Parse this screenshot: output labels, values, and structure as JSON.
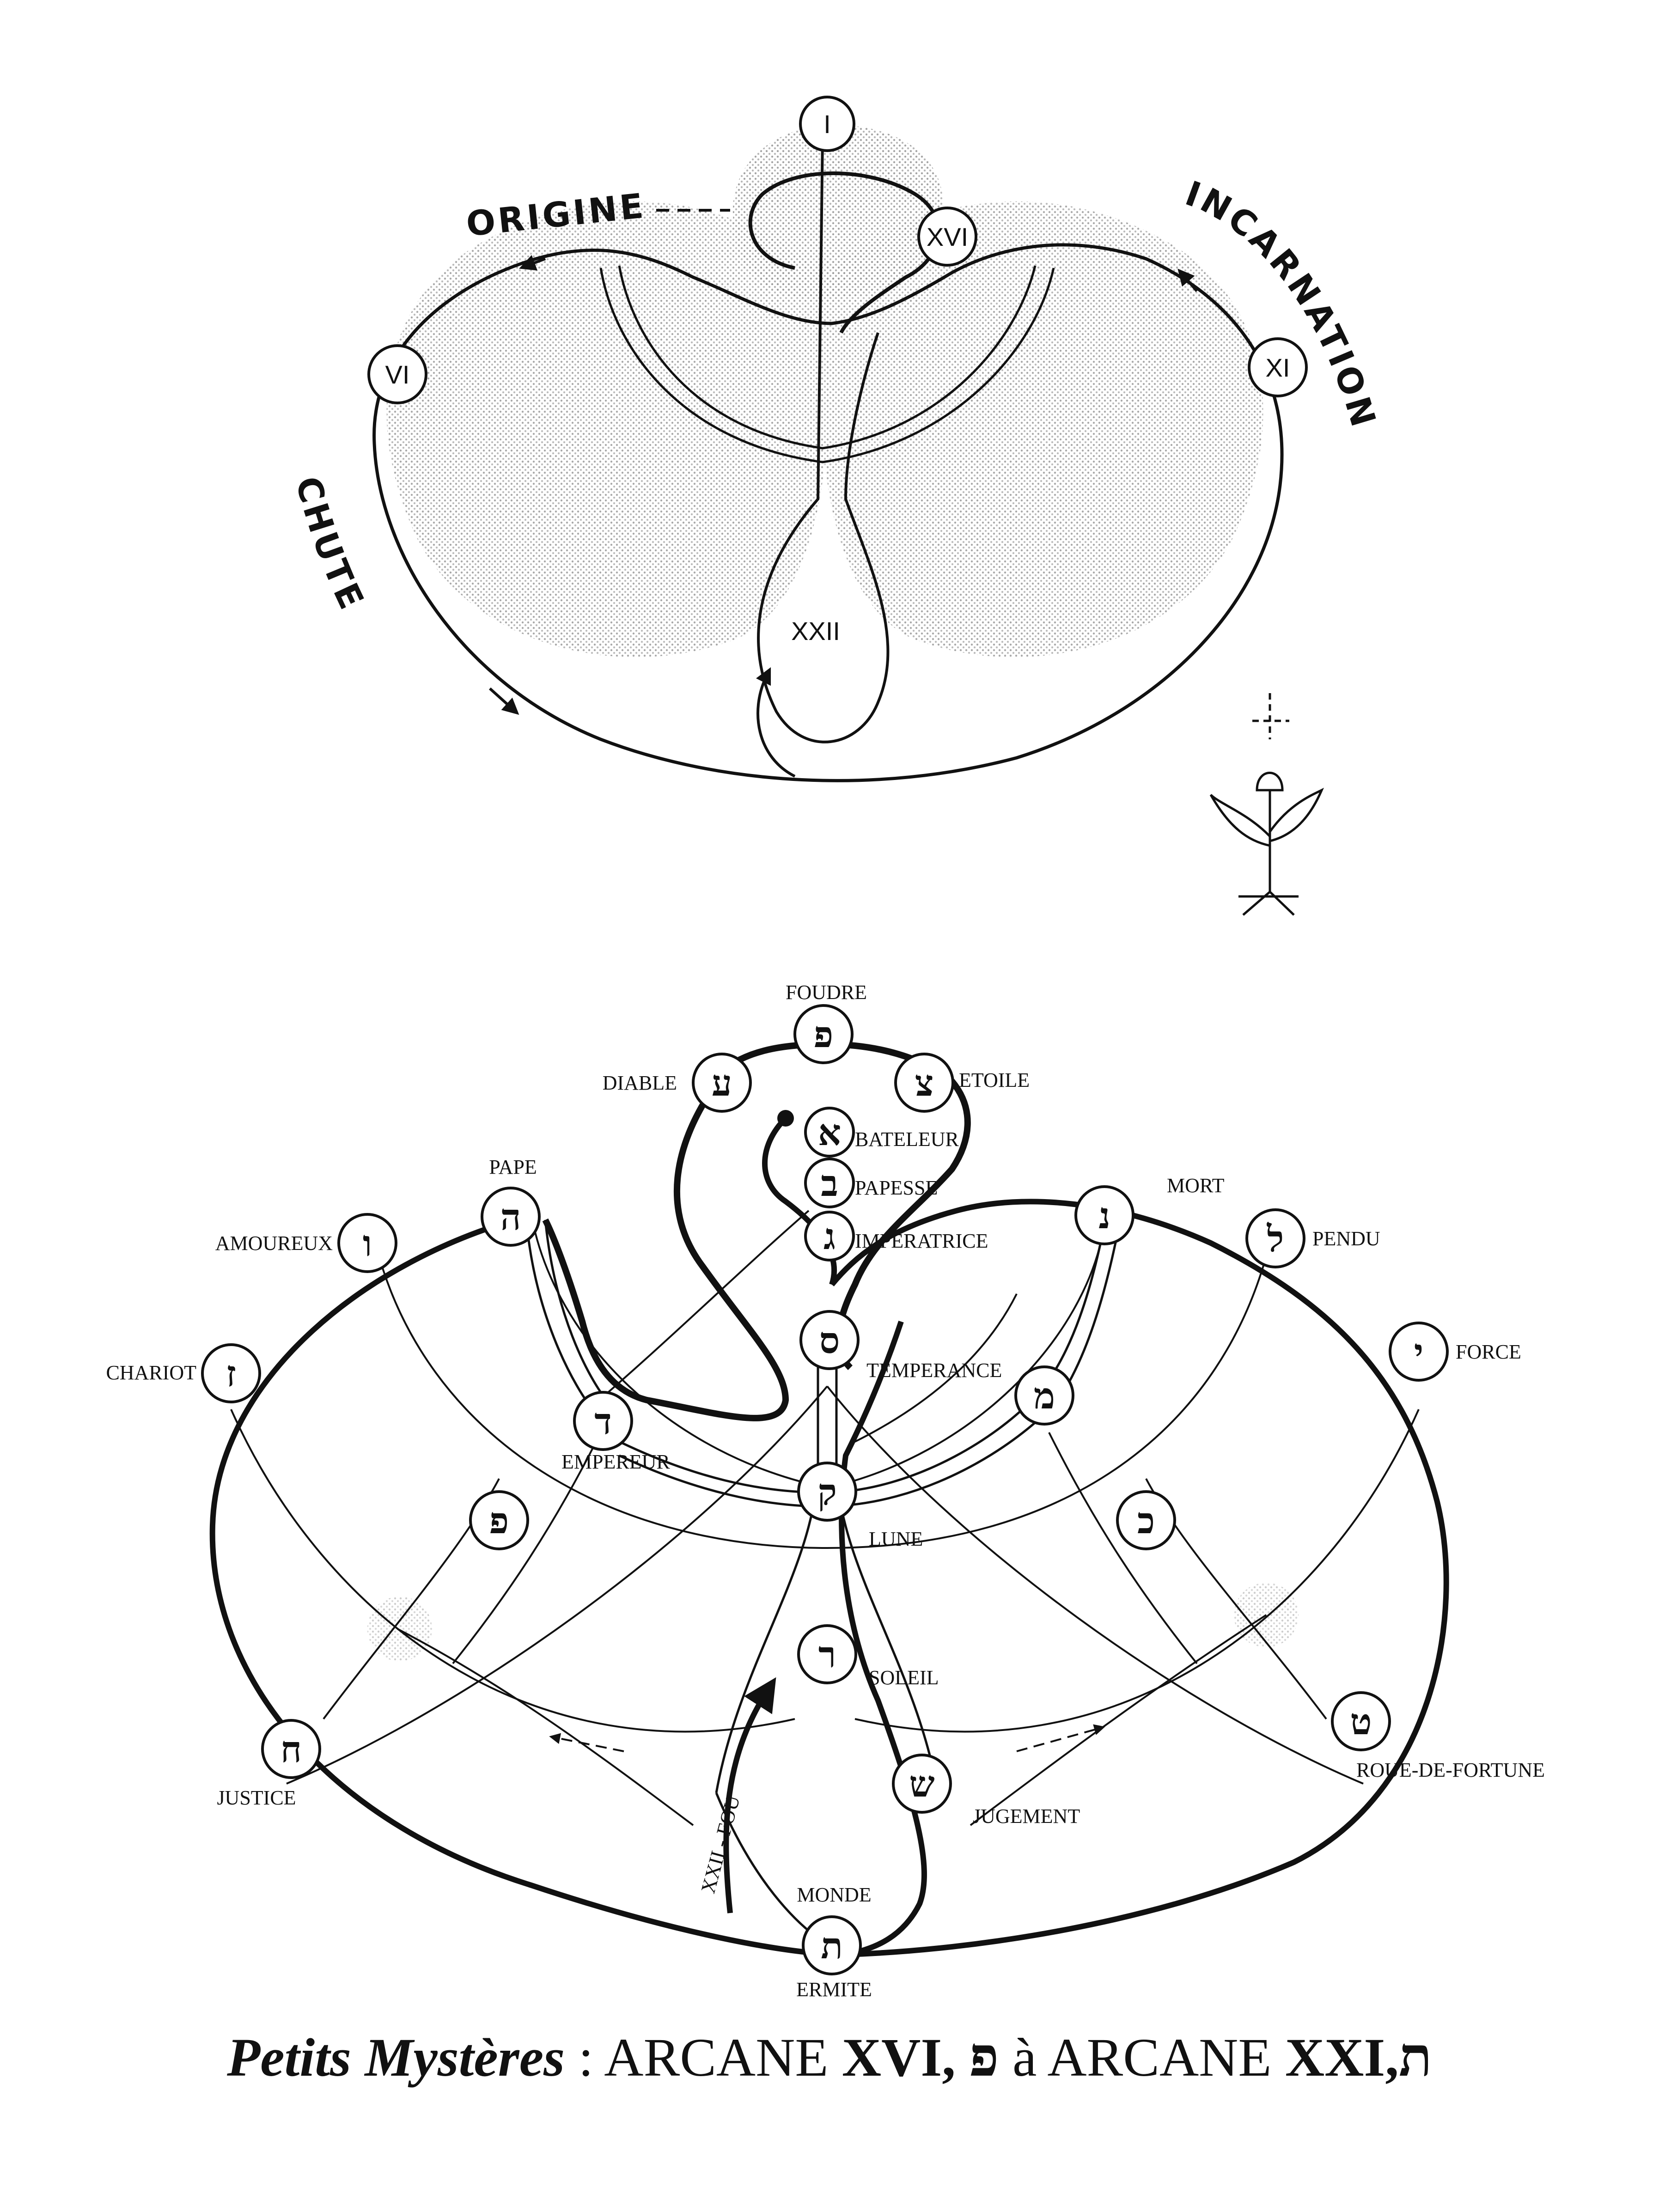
{
  "upper": {
    "nodes": {
      "top": "I",
      "left": "VI",
      "right": "XI",
      "inner": "XVI",
      "bottom": "XXII"
    },
    "words": {
      "origine": "ORIGINE",
      "incarnation": "INCARNATION",
      "chute": "CHUTE"
    }
  },
  "lower": {
    "labels": {
      "foudre": "FOUDRE",
      "diable": "DIABLE",
      "etoile": "ETOILE",
      "bateleur": "BATELEUR",
      "papesse": "PAPESSE",
      "imperatrice": "IMPERATRICE",
      "pape": "PAPE",
      "amoureux": "AMOUREUX",
      "chariot": "CHARIOT",
      "empereur": "EMPEREUR",
      "temperance": "TEMPERANCE",
      "mort": "MORT",
      "pendu": "PENDU",
      "force": "FORCE",
      "lune": "LUNE",
      "soleil": "SOLEIL",
      "justice": "JUSTICE",
      "roue": "ROUE-DE-FORTUNE",
      "jugement": "JUGEMENT",
      "monde": "MONDE",
      "ermite": "ERMITE",
      "fou": "XXII - FOU"
    },
    "letters": {
      "pe_top": "פ",
      "ayin": "ע",
      "tsadi": "צ",
      "aleph": "א",
      "beth": "ב",
      "gimel": "ג",
      "he": "ה",
      "vav": "ו",
      "zayin": "ז",
      "daleth": "ד",
      "samekh": "ס",
      "nun": "נ",
      "lamed": "ל",
      "yod": "י",
      "mem": "מ",
      "pe_left": "פ",
      "qoph": "ק",
      "kaph": "כ",
      "resh": "ר",
      "heth": "ח",
      "teth": "ט",
      "shin": "ש",
      "tav": "ת"
    }
  },
  "caption": {
    "title": "Petits Mystères",
    "sep": " : ",
    "a1": "ARCANE ",
    "n1": "XVI",
    "l1": "פ",
    "mid": " à ",
    "a2": "ARCANE ",
    "n2": "XXI",
    "l2": "ת",
    "comma": ","
  }
}
